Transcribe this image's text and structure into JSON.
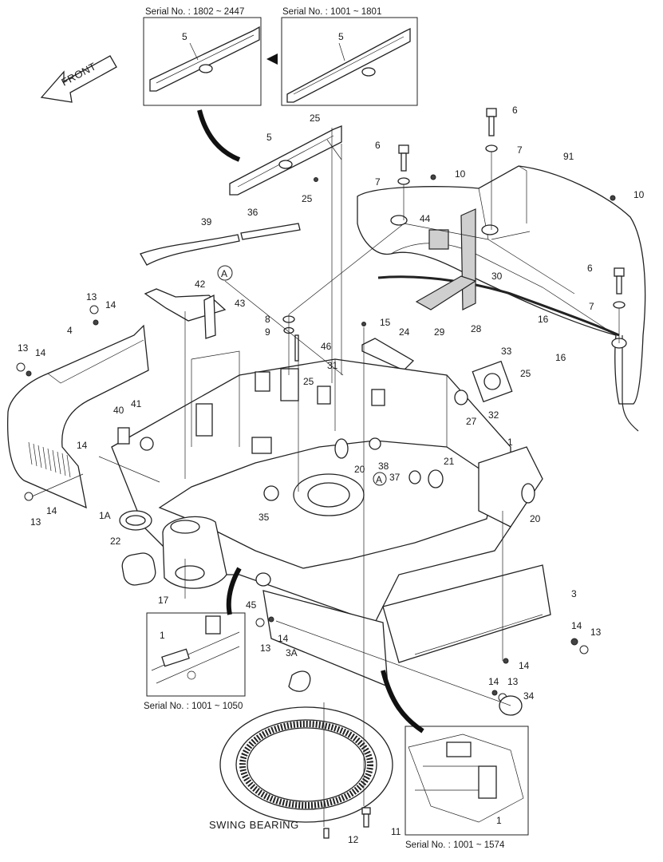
{
  "serial_captions": {
    "top_left": "Serial No. : 1802 ~ 2447",
    "top_right": "Serial No. : 1001 ~ 1801",
    "bottom_left": "Serial No. : 1001 ~ 1050",
    "bottom_right": "Serial No. : 1001 ~ 1574"
  },
  "front_label": "FRONT",
  "swing_bearing_label": "SWING BEARING",
  "callout_a": "A",
  "part_numbers": {
    "p1": "1",
    "p1a": "1A",
    "p3": "3",
    "p3a": "3A",
    "p4": "4",
    "p5": "5",
    "p6": "6",
    "p7": "7",
    "p8": "8",
    "p9": "9",
    "p10": "10",
    "p11": "11",
    "p12": "12",
    "p13": "13",
    "p14": "14",
    "p15": "15",
    "p16": "16",
    "p17": "17",
    "p20": "20",
    "p21": "21",
    "p22": "22",
    "p24": "24",
    "p25": "25",
    "p27": "27",
    "p28": "28",
    "p29": "29",
    "p30": "30",
    "p31": "31",
    "p32": "32",
    "p33": "33",
    "p34": "34",
    "p35": "35",
    "p36": "36",
    "p37": "37",
    "p38": "38",
    "p39": "39",
    "p40": "40",
    "p41": "41",
    "p42": "42",
    "p43": "43",
    "p44": "44",
    "p45": "45",
    "p46": "46",
    "p91": "91"
  }
}
